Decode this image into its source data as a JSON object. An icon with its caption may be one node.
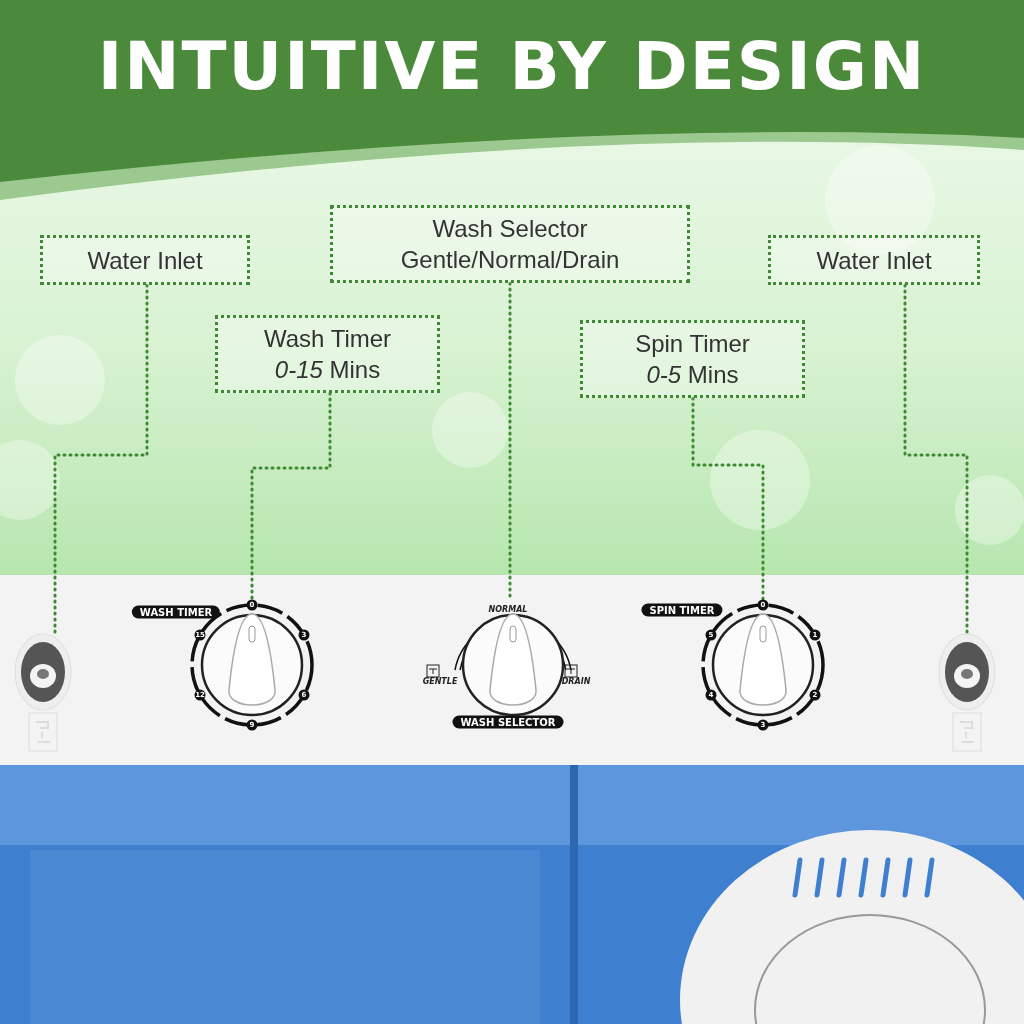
{
  "diagram": {
    "title": "INTUITIVE BY DESIGN",
    "nodes": [
      {
        "text": [
          "Water Inlet"
        ]
      },
      {
        "text": [
          "Wash Timer",
          "*0-15* Mins"
        ]
      },
      {
        "text": [
          "Wash Selector",
          "Gentle/Normal/Drain"
        ]
      },
      {
        "text": [
          "Spin Timer",
          "*0-5* Mins"
        ]
      },
      {
        "text": [
          "Water Inlet"
        ]
      },
      {
        "text": [],
        "shape": "picture"
      },
      {
        "text": [],
        "shape": "circle"
      },
      {
        "text": [],
        "shape": "circle"
      },
      {
        "text": [],
        "shape": "circle"
      },
      {
        "text": [],
        "shape": "picture"
      }
    ],
    "edges": [
      {
        "from": 0,
        "to": 5,
        "arrow": "none"
      },
      {
        "from": 1,
        "to": 6,
        "arrow": "none"
      },
      {
        "from": 2,
        "to": 7,
        "arrow": "none"
      },
      {
        "from": 3,
        "to": 8,
        "arrow": "none"
      },
      {
        "from": 4,
        "to": 9,
        "arrow": "none"
      }
    ],
    "labels": [
      "WASH TIMER",
      "0",
      "3",
      "6",
      "9",
      "12",
      "15",
      "NORMAL",
      "GENTLE",
      "DRAIN",
      "WASH SELECTOR",
      "SPIN TIMER",
      "0",
      "1",
      "2",
      "3",
      "4",
      "5"
    ]
  }
}
